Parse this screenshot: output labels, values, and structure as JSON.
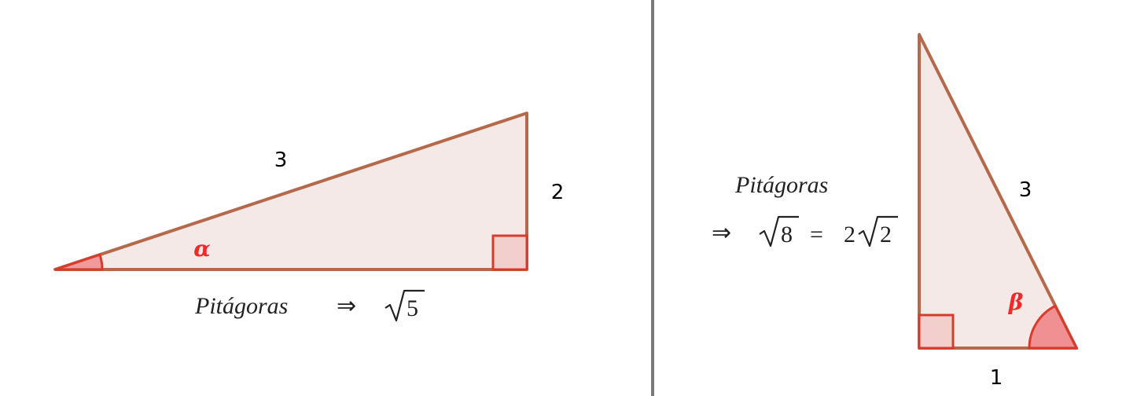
{
  "colors": {
    "triangle_stroke": "#b5694a",
    "triangle_fill": "#f4e9e6",
    "angle_stroke": "#d93b2b",
    "angle_fill": "#f0868a",
    "square_fill": "#f2cfcc",
    "greek_label": "#ee2a2a",
    "divider": "#7a7a7a"
  },
  "left_figure": {
    "hypotenuse_label": "3",
    "vertical_leg_label": "2",
    "angle_label": "α",
    "formula": {
      "word": "Pitágoras",
      "arrow": "⇒",
      "radicand": "5"
    }
  },
  "right_figure": {
    "hypotenuse_label": "3",
    "horizontal_leg_label": "1",
    "angle_label": "β",
    "formula": {
      "word": "Pitágoras",
      "arrow": "⇒",
      "radicand_left": "8",
      "equals": "=",
      "coefficient": "2",
      "radicand_right": "2"
    }
  }
}
